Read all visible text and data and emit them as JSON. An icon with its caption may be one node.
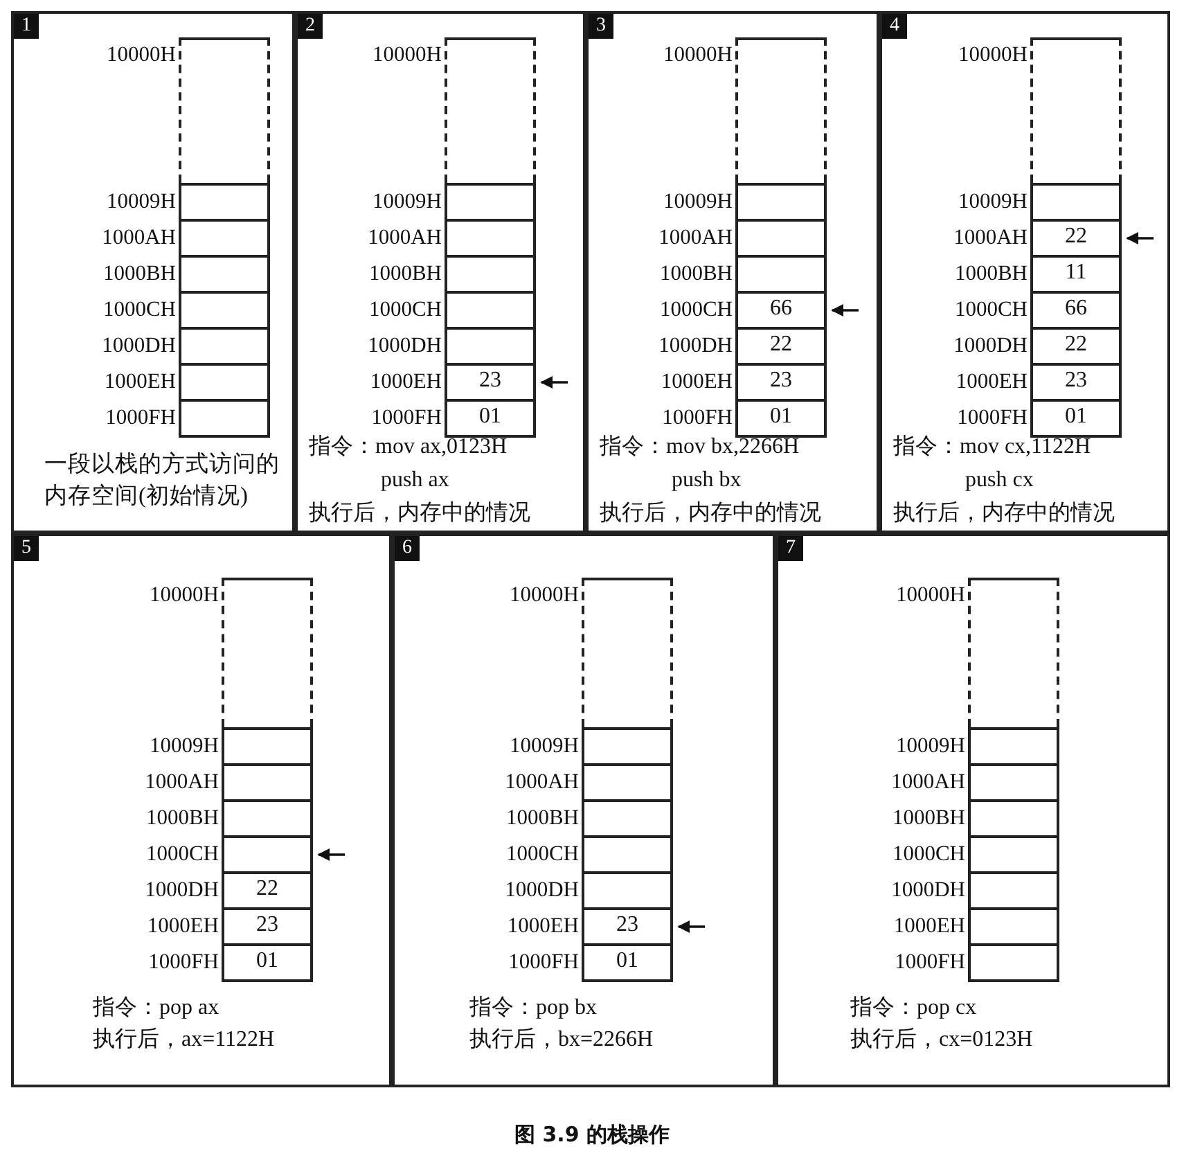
{
  "diagram": {
    "caption": "图 3.9 的栈操作",
    "nodes": [
      {
        "text": [
          "1",
          "一段以栈的方式访问的内存空间(初始情况)"
        ]
      },
      {
        "text": [],
        "shape": "box",
        "in": 0,
        "beside": [
          "10000H"
        ]
      },
      {
        "text": [],
        "shape": "box",
        "in": 0,
        "beside": [
          "10009H"
        ]
      },
      {
        "text": [],
        "shape": "box",
        "in": 0,
        "beside": [
          "1000AH"
        ]
      },
      {
        "text": [],
        "shape": "box",
        "in": 0,
        "beside": [
          "1000BH"
        ]
      },
      {
        "text": [],
        "shape": "box",
        "in": 0,
        "beside": [
          "1000CH"
        ]
      },
      {
        "text": [],
        "shape": "box",
        "in": 0,
        "beside": [
          "1000DH"
        ]
      },
      {
        "text": [],
        "shape": "box",
        "in": 0,
        "beside": [
          "1000EH"
        ]
      },
      {
        "text": [],
        "shape": "box",
        "in": 0,
        "beside": [
          "1000FH"
        ]
      },
      {
        "text": [
          "2",
          "指令：mov ax,0123H",
          "push ax",
          "执行后，内存中的情况"
        ]
      },
      {
        "text": [],
        "shape": "box",
        "in": 9,
        "beside": [
          "10000H"
        ]
      },
      {
        "text": [],
        "shape": "box",
        "in": 9,
        "beside": [
          "10009H"
        ]
      },
      {
        "text": [],
        "shape": "box",
        "in": 9,
        "beside": [
          "1000AH"
        ]
      },
      {
        "text": [],
        "shape": "box",
        "in": 9,
        "beside": [
          "1000BH"
        ]
      },
      {
        "text": [],
        "shape": "box",
        "in": 9,
        "beside": [
          "1000CH"
        ]
      },
      {
        "text": [],
        "shape": "box",
        "in": 9,
        "beside": [
          "1000DH"
        ]
      },
      {
        "text": [
          "23"
        ],
        "in": 9,
        "beside": [
          "1000EH"
        ]
      },
      {
        "text": [
          "01"
        ],
        "in": 9,
        "beside": [
          "1000FH"
        ]
      },
      {
        "text": [
          "3",
          "指令：mov bx,2266H",
          "push bx",
          "执行后，内存中的情况"
        ]
      },
      {
        "text": [],
        "shape": "box",
        "in": 18,
        "beside": [
          "10000H"
        ]
      },
      {
        "text": [],
        "shape": "box",
        "in": 18,
        "beside": [
          "10009H"
        ]
      },
      {
        "text": [],
        "shape": "box",
        "in": 18,
        "beside": [
          "1000AH"
        ]
      },
      {
        "text": [],
        "shape": "box",
        "in": 18,
        "beside": [
          "1000BH"
        ]
      },
      {
        "text": [
          "66"
        ],
        "in": 18,
        "beside": [
          "1000CH"
        ]
      },
      {
        "text": [
          "22"
        ],
        "in": 18,
        "beside": [
          "1000DH"
        ]
      },
      {
        "text": [
          "23"
        ],
        "in": 18,
        "beside": [
          "1000EH"
        ]
      },
      {
        "text": [
          "01"
        ],
        "in": 18,
        "beside": [
          "1000FH"
        ]
      },
      {
        "text": [
          "4",
          "指令：mov cx,1122H",
          "push cx",
          "执行后，内存中的情况"
        ]
      },
      {
        "text": [],
        "shape": "box",
        "in": 27,
        "beside": [
          "10000H"
        ]
      },
      {
        "text": [],
        "shape": "box",
        "in": 27,
        "beside": [
          "10009H"
        ]
      },
      {
        "text": [
          "22"
        ],
        "in": 27,
        "beside": [
          "1000AH"
        ]
      },
      {
        "text": [
          "11"
        ],
        "in": 27,
        "beside": [
          "1000BH"
        ]
      },
      {
        "text": [
          "66"
        ],
        "in": 27,
        "beside": [
          "1000CH"
        ]
      },
      {
        "text": [
          "22"
        ],
        "in": 27,
        "beside": [
          "1000DH"
        ]
      },
      {
        "text": [
          "23"
        ],
        "in": 27,
        "beside": [
          "1000EH"
        ]
      },
      {
        "text": [
          "01"
        ],
        "in": 27,
        "beside": [
          "1000FH"
        ]
      },
      {
        "text": [
          "5",
          "指令：pop ax",
          "执行后，ax=1122H"
        ]
      },
      {
        "text": [],
        "shape": "box",
        "in": 36,
        "beside": [
          "10000H"
        ]
      },
      {
        "text": [],
        "shape": "box",
        "in": 36,
        "beside": [
          "10009H"
        ]
      },
      {
        "text": [],
        "shape": "box",
        "in": 36,
        "beside": [
          "1000AH"
        ]
      },
      {
        "text": [],
        "shape": "box",
        "in": 36,
        "beside": [
          "1000BH"
        ]
      },
      {
        "text": [],
        "shape": "box",
        "in": 36,
        "beside": [
          "1000CH"
        ]
      },
      {
        "text": [
          "22"
        ],
        "in": 36,
        "beside": [
          "1000DH"
        ]
      },
      {
        "text": [
          "23"
        ],
        "in": 36,
        "beside": [
          "1000EH"
        ]
      },
      {
        "text": [
          "01"
        ],
        "in": 36,
        "beside": [
          "1000FH"
        ]
      },
      {
        "text": [
          "6",
          "指令：pop bx",
          "执行后，bx=2266H"
        ]
      },
      {
        "text": [],
        "shape": "box",
        "in": 45,
        "beside": [
          "10000H"
        ]
      },
      {
        "text": [],
        "shape": "box",
        "in": 45,
        "beside": [
          "10009H"
        ]
      },
      {
        "text": [],
        "shape": "box",
        "in": 45,
        "beside": [
          "1000AH"
        ]
      },
      {
        "text": [],
        "shape": "box",
        "in": 45,
        "beside": [
          "1000BH"
        ]
      },
      {
        "text": [],
        "shape": "box",
        "in": 45,
        "beside": [
          "1000CH"
        ]
      },
      {
        "text": [],
        "shape": "box",
        "in": 45,
        "beside": [
          "1000DH"
        ]
      },
      {
        "text": [
          "23"
        ],
        "in": 45,
        "beside": [
          "1000EH"
        ]
      },
      {
        "text": [
          "01"
        ],
        "in": 45,
        "beside": [
          "1000FH"
        ]
      },
      {
        "text": [
          "7",
          "指令：pop cx",
          "执行后，cx=0123H"
        ]
      },
      {
        "text": [],
        "shape": "box",
        "in": 54,
        "beside": [
          "10000H"
        ]
      },
      {
        "text": [],
        "shape": "box",
        "in": 54,
        "beside": [
          "10009H"
        ]
      },
      {
        "text": [],
        "shape": "box",
        "in": 54,
        "beside": [
          "1000AH"
        ]
      },
      {
        "text": [],
        "shape": "box",
        "in": 54,
        "beside": [
          "1000BH"
        ]
      },
      {
        "text": [],
        "shape": "box",
        "in": 54,
        "beside": [
          "1000CH"
        ]
      },
      {
        "text": [],
        "shape": "box",
        "in": 54,
        "beside": [
          "1000DH"
        ]
      },
      {
        "text": [],
        "shape": "box",
        "in": 54,
        "beside": [
          "1000EH"
        ]
      },
      {
        "text": [],
        "shape": "box",
        "in": 54,
        "beside": [
          "1000FH"
        ]
      }
    ],
    "edges": [
      {
        "from": null,
        "to": 16,
        "arrow": "to"
      },
      {
        "from": null,
        "to": 23,
        "arrow": "to"
      },
      {
        "from": null,
        "to": 30,
        "arrow": "to"
      },
      {
        "from": null,
        "to": 41,
        "arrow": "to"
      },
      {
        "from": null,
        "to": 52,
        "arrow": "to"
      }
    ]
  }
}
